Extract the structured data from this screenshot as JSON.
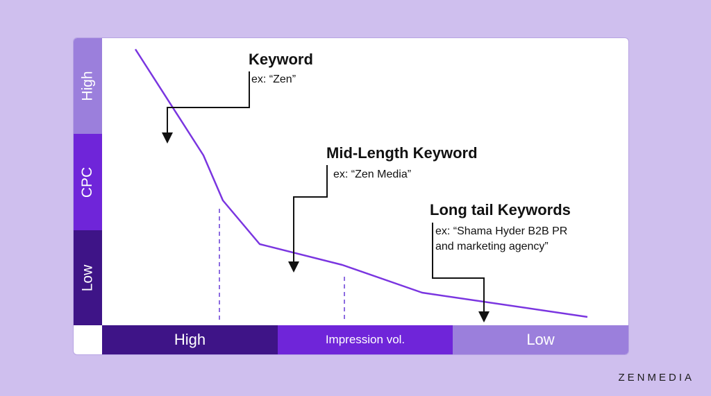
{
  "y_axis": {
    "label": "CPC",
    "high_label": "High",
    "low_label": "Low"
  },
  "x_axis": {
    "label": "Impression vol.",
    "high_label": "High",
    "low_label": "Low"
  },
  "annotations": [
    {
      "title": "Keyword",
      "example": "ex: “Zen”"
    },
    {
      "title": "Mid-Length Keyword",
      "example": "ex: “Zen Media”"
    },
    {
      "title": "Long tail Keywords",
      "example_line1": "ex: “Shama Hyder B2B PR",
      "example_line2": "and marketing agency”"
    }
  ],
  "brand": "ZENMEDIA",
  "colors": {
    "background": "#cfbfee",
    "curve": "#7a35e0",
    "band_light": "#9b7fdc",
    "band_mid": "#6f25d9",
    "band_dark": "#3e1487",
    "divider": "#8c6be0"
  }
}
